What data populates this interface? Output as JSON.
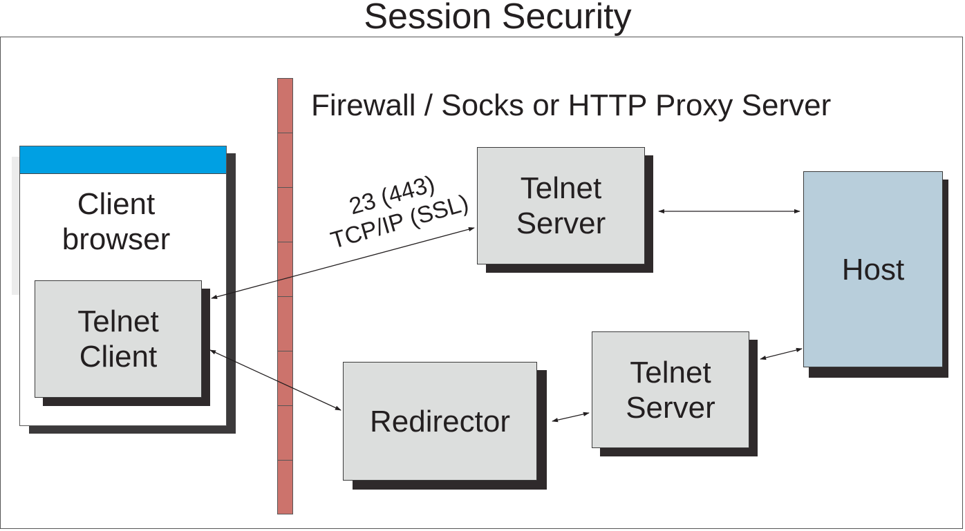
{
  "title": "Session Security",
  "firewall_label": "Firewall / Socks or HTTP Proxy Server",
  "client_browser": {
    "line1": "Client",
    "line2": "browser",
    "titlebar_color": "#00a0e3"
  },
  "telnet_client": {
    "line1": "Telnet",
    "line2": "Client"
  },
  "telnet_server_top": {
    "line1": "Telnet",
    "line2": "Server"
  },
  "telnet_server_bottom": {
    "line1": "Telnet",
    "line2": "Server"
  },
  "redirector": {
    "label": "Redirector"
  },
  "host": {
    "label": "Host",
    "color": "#b8cedb"
  },
  "connection_label": {
    "line1": "23 (443)",
    "line2": "TCP/IP (SSL)"
  },
  "colors": {
    "box": "#dcdedd",
    "shadow": "#2f2a2b",
    "wall": "#cc736c"
  },
  "connections": [
    {
      "from": "telnet-client",
      "to": "telnet-server-top",
      "type": "bidirectional"
    },
    {
      "from": "telnet-server-top",
      "to": "host",
      "type": "bidirectional"
    },
    {
      "from": "telnet-client",
      "to": "redirector",
      "type": "bidirectional"
    },
    {
      "from": "redirector",
      "to": "telnet-server-bottom",
      "type": "bidirectional"
    },
    {
      "from": "telnet-server-bottom",
      "to": "host",
      "type": "bidirectional"
    }
  ]
}
